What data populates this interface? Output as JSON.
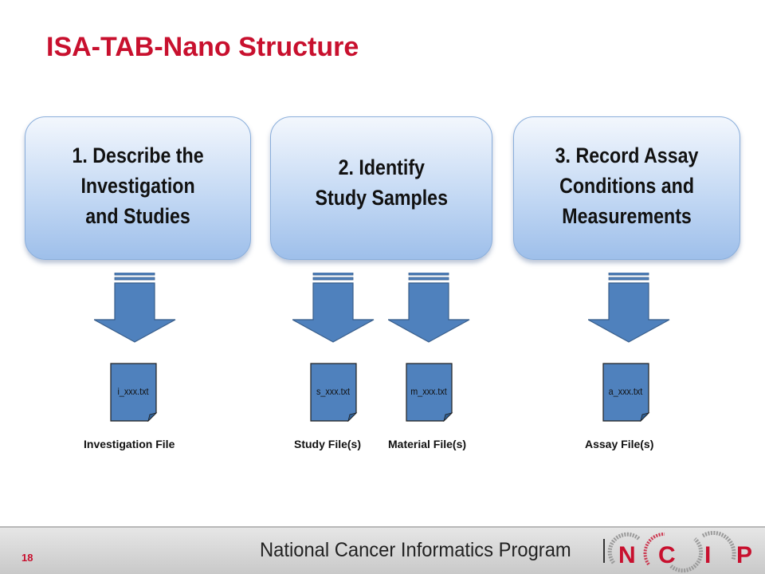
{
  "slide": {
    "title": "ISA-TAB-Nano Structure",
    "page_number": "18"
  },
  "steps": [
    {
      "text": "1. Describe the\nInvestigation\n and Studies"
    },
    {
      "text": "2. Identify\nStudy Samples"
    },
    {
      "text": "3. Record Assay\nConditions and\n Measurements"
    }
  ],
  "files": [
    {
      "file_name": "i_xxx.txt",
      "label": "Investigation File"
    },
    {
      "file_name": "s_xxx.txt",
      "label": "Study File(s)"
    },
    {
      "file_name": "m_xxx.txt",
      "label": "Material File(s)"
    },
    {
      "file_name": "a_xxx.txt",
      "label": "Assay File(s)"
    }
  ],
  "footer": {
    "organization": "National Cancer Informatics Program",
    "logo_letters": [
      "N",
      "C",
      "I",
      "P"
    ]
  },
  "colors": {
    "title_red": "#c8102e",
    "arrow_fill": "#4f81bd",
    "arrow_stroke": "#385d8a",
    "box_gradient_light": "#f3f7fd",
    "box_gradient_dark": "#9ebfea"
  }
}
